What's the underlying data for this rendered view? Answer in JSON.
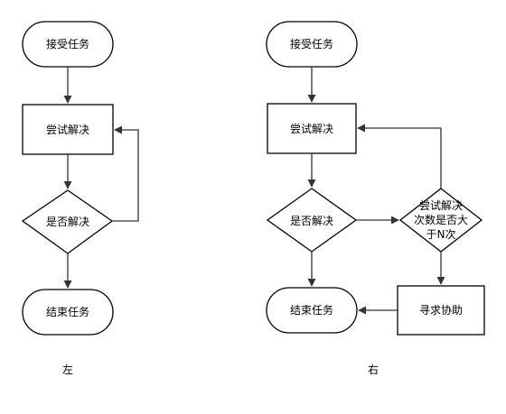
{
  "left": {
    "caption": "左",
    "nodes": {
      "start": "接受任务",
      "attempt": "尝试解决",
      "decision": "是否解决",
      "end": "结束任务"
    }
  },
  "right": {
    "caption": "右",
    "nodes": {
      "start": "接受任务",
      "attempt": "尝试解决",
      "decision": "是否解决",
      "check_lines": [
        "尝试解决",
        "次数是否大",
        "于N次"
      ],
      "help": "寻求协助",
      "end": "结束任务"
    }
  },
  "colors": {
    "line": "#333333",
    "border": "#000000",
    "fill": "#ffffff"
  }
}
